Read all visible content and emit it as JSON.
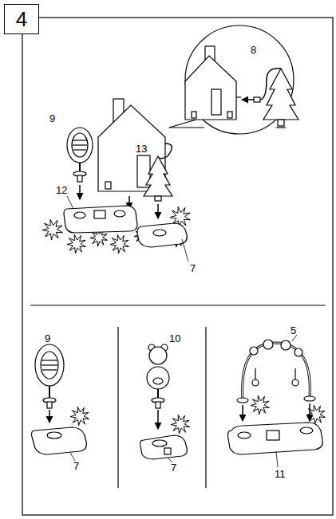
{
  "diagram": {
    "nodes": [
      {
        "text": [
          "4"
        ]
      }
    ],
    "edges": [],
    "labels": [
      "8",
      "9",
      "13",
      "12",
      "7",
      "9",
      "10",
      "5",
      "7",
      "7",
      "11"
    ]
  }
}
